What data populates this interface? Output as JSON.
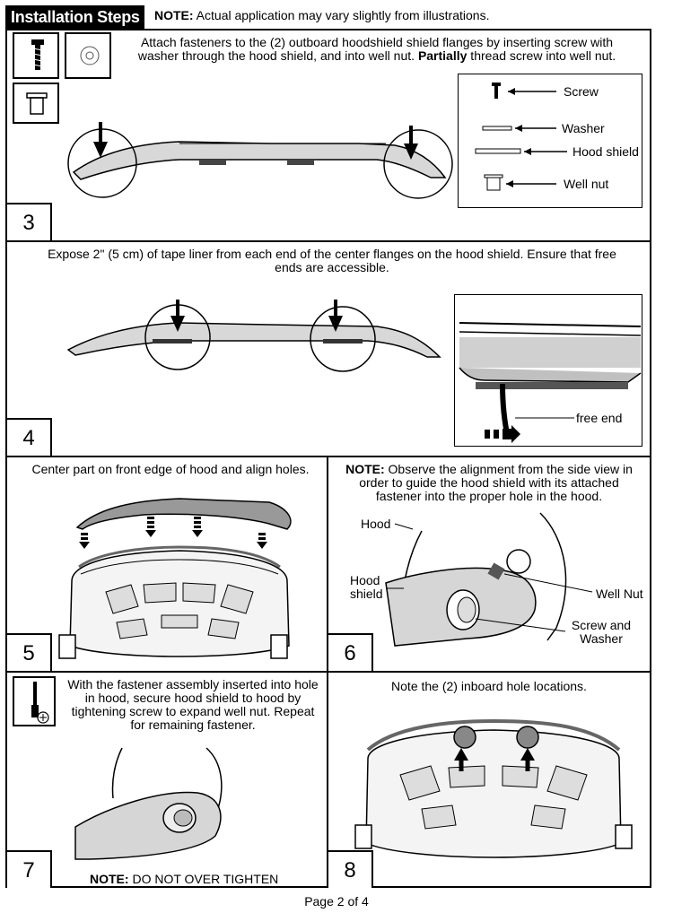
{
  "header": {
    "title": "Installation Steps",
    "note_label": "NOTE:",
    "note_text": " Actual application may vary slightly from illustrations."
  },
  "steps": [
    {
      "number": "3",
      "text_pre": "Attach fasteners to the (2) outboard hoodshield shield flanges by inserting screw with washer through the hood shield, and into well nut. ",
      "text_bold": "Partially",
      "text_post": " thread screw into well nut.",
      "legend": [
        "Screw",
        "Washer",
        "Hood shield",
        "Well nut"
      ]
    },
    {
      "number": "4",
      "text": "Expose 2\" (5 cm) of tape liner from each end of the center flanges on the hood shield. Ensure that free ends are accessible.",
      "callout": "free end"
    },
    {
      "number": "5",
      "text": "Center part on front edge of hood and align holes."
    },
    {
      "number": "6",
      "note_label": "NOTE:",
      "note_text": " Observe the alignment from the side view in order to guide the hood shield with its attached fastener into the proper hole in the hood.",
      "callouts": [
        "Hood",
        "Hood shield",
        "Well Nut",
        "Screw and Washer"
      ]
    },
    {
      "number": "7",
      "text": "With the fastener assembly inserted into hole in hood, secure hood shield to hood by tightening screw to expand well nut. Repeat for remaining fastener.",
      "note_label": "NOTE:",
      "note_text": " DO NOT OVER TIGHTEN"
    },
    {
      "number": "8",
      "text": "Note the (2) inboard hole locations."
    }
  ],
  "footer": {
    "page": "Page 2 of 4"
  }
}
